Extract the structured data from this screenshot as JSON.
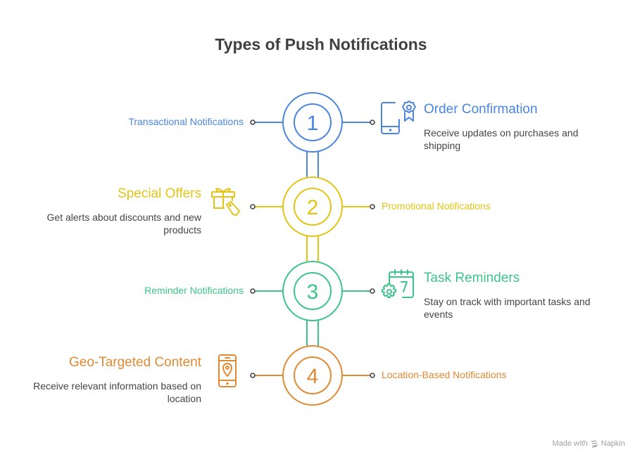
{
  "title": "Types of Push Notifications",
  "steps": [
    {
      "number": "1",
      "color": "#4a86e0",
      "category": "Transactional Notifications",
      "heading": "Order Confirmation",
      "description": "Receive updates on purchases and shipping",
      "icon": "phone-award-icon"
    },
    {
      "number": "2",
      "color": "#e2c516",
      "category": "Promotional Notifications",
      "heading": "Special Offers",
      "description": "Get alerts about discounts and new products",
      "icon": "gift-tag-icon"
    },
    {
      "number": "3",
      "color": "#3dc48a",
      "category": "Reminder Notifications",
      "heading": "Task Reminders",
      "description": "Stay on track with important tasks and events",
      "icon": "calendar-gear-icon"
    },
    {
      "number": "4",
      "color": "#e08a34",
      "category": "Location-Based Notifications",
      "heading": "Geo-Targeted Content",
      "description": "Receive relevant information based on location",
      "icon": "phone-location-icon"
    }
  ],
  "footer": {
    "made_with": "Made with",
    "brand": "Napkin"
  }
}
